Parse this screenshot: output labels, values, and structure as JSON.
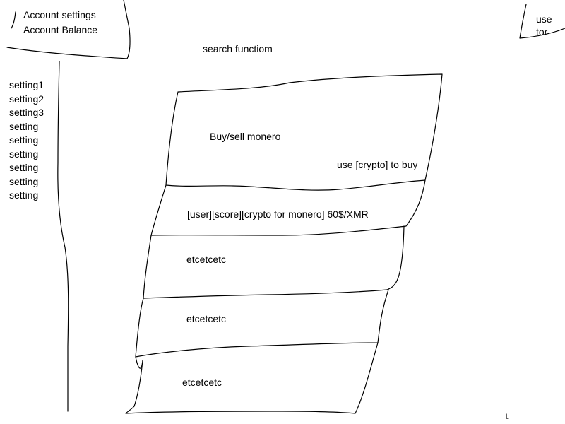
{
  "account_menu": {
    "settings_label": "Account settings",
    "balance_label": "Account Balance"
  },
  "search": {
    "label": "search functiom"
  },
  "tor_note": {
    "text": "use tor"
  },
  "sidebar": {
    "items": [
      {
        "label": "setting1"
      },
      {
        "label": "setting2"
      },
      {
        "label": "setting3"
      },
      {
        "label": "setting"
      },
      {
        "label": "setting"
      },
      {
        "label": "setting"
      },
      {
        "label": "setting"
      },
      {
        "label": "setting"
      },
      {
        "label": "setting"
      }
    ]
  },
  "market": {
    "title": "Buy/sell monero",
    "subtitle": "use [crypto] to buy",
    "listings": [
      {
        "text": "[user][score][crypto for monero] 60$/XMR"
      },
      {
        "text": "etcetcetc"
      },
      {
        "text": "etcetcetc"
      },
      {
        "text": "etcetcetc"
      }
    ]
  }
}
